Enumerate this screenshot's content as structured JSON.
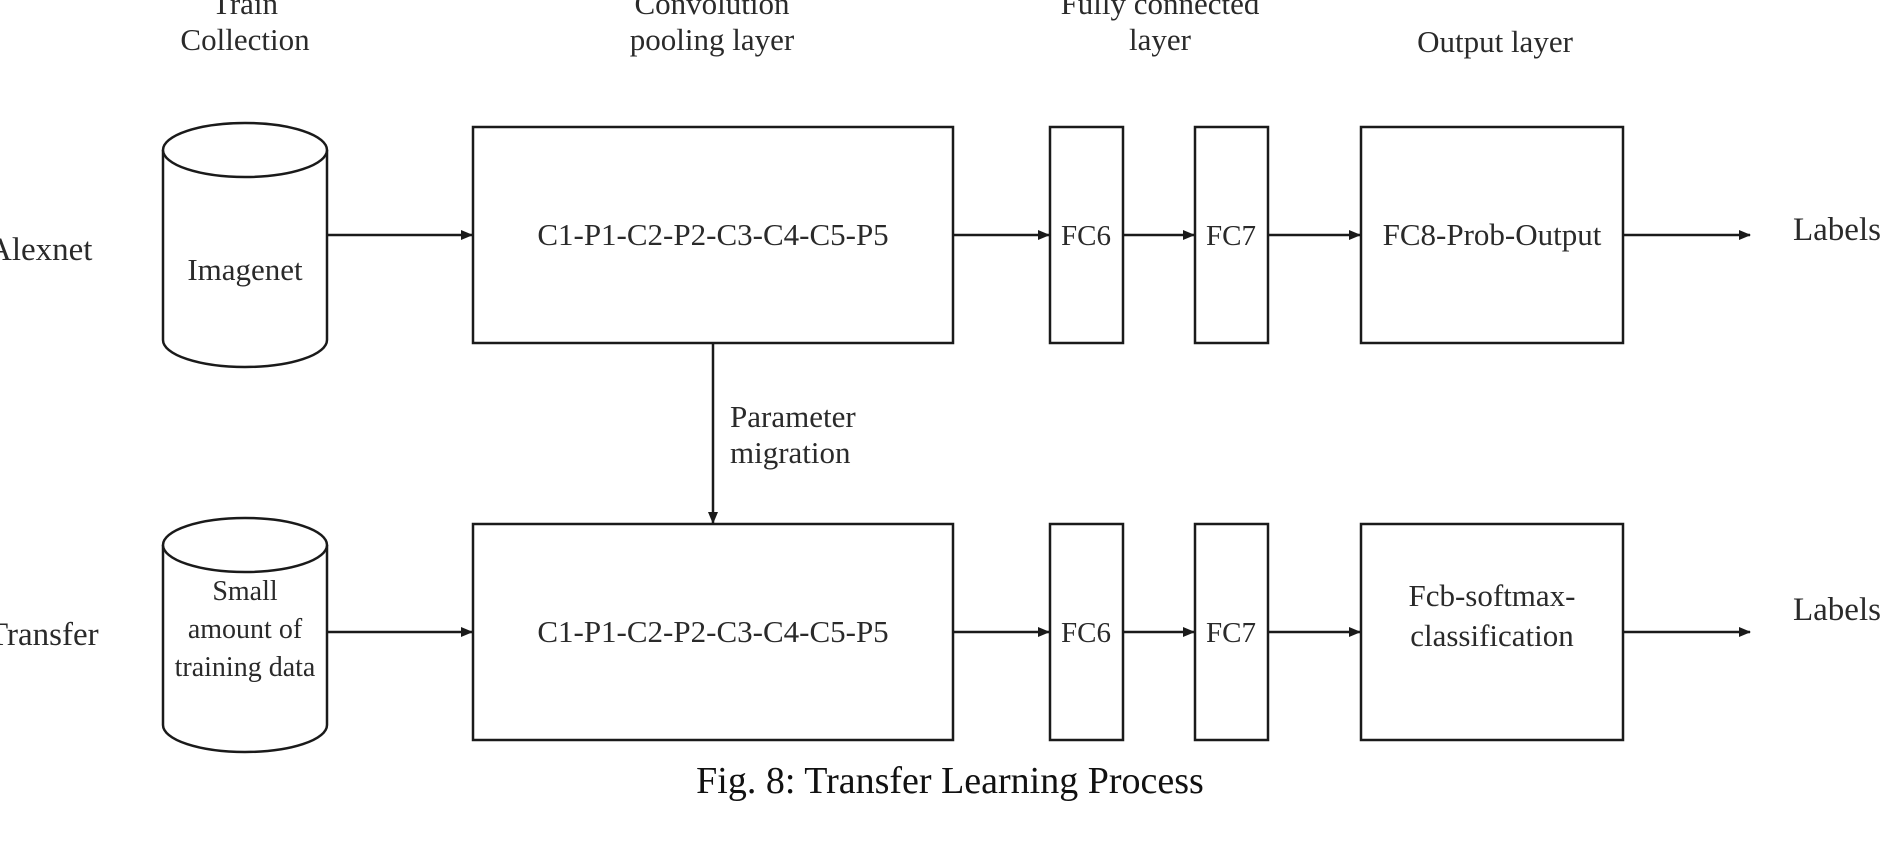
{
  "headers": {
    "train_collection": [
      "Train",
      "Collection"
    ],
    "conv_pool": [
      "Convolution",
      "pooling layer"
    ],
    "fully_connected": [
      "Fully connected",
      "layer"
    ],
    "output": [
      "Output layer"
    ]
  },
  "rows": {
    "alexnet": {
      "label": "Alexnet",
      "dataset": [
        "Imagenet"
      ],
      "conv": "C1-P1-C2-P2-C3-C4-C5-P5",
      "fc6": "FC6",
      "fc7": "FC7",
      "output": [
        "FC8-Prob-Output"
      ],
      "result": "Labels"
    },
    "transfer": {
      "label": "Transfer",
      "dataset": [
        "Small",
        "amount of",
        "training data"
      ],
      "conv": "C1-P1-C2-P2-C3-C4-C5-P5",
      "fc6": "FC6",
      "fc7": "FC7",
      "output": [
        "Fcb-softmax-",
        "classification"
      ],
      "result": "Labels"
    }
  },
  "migration": [
    "Parameter",
    "migration"
  ],
  "caption": "Fig. 8: Transfer Learning Process"
}
